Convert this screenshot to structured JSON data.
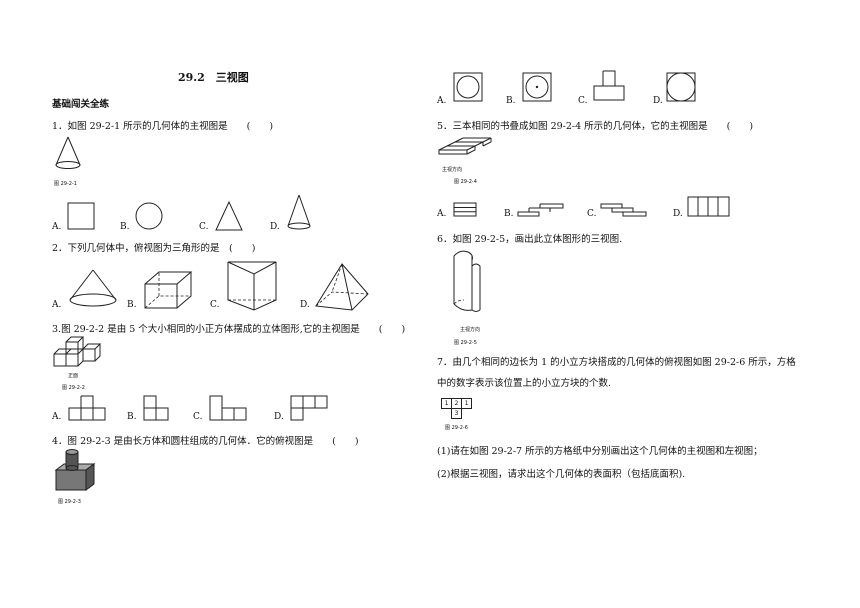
{
  "title": "29.2　三视图",
  "section": "基础闯关全练",
  "q1": {
    "text": "1．如图 29-2-1 所示的几何体的主视图是　　(　　)",
    "caption": "图 29-2-1",
    "options": [
      "A.",
      "B.",
      "C.",
      "D."
    ]
  },
  "q2": {
    "text": "2．下列几何体中，俯视图为三角形的是　(　　)",
    "options": [
      "A.",
      "B.",
      "C.",
      "D."
    ]
  },
  "q3": {
    "text": "3.图 29-2-2 是由 5 个大小相同的小正方体摆成的立体图形,它的主视图是　　(　　)",
    "caption": "图 29-2-2",
    "front_label": "正面",
    "options": [
      "A.",
      "B.",
      "C.",
      "D."
    ]
  },
  "q4": {
    "text": "4．图 29-2-3 是由长方体和圆柱组成的几何体．它的俯视图是　　(　　)",
    "caption": "图 29-2-3",
    "options": [
      "A.",
      "B.",
      "C.",
      "D."
    ]
  },
  "q5": {
    "text": "5．三本相同的书叠成如图 29-2-4 所示的几何体，它的主视图是　　(　　)",
    "caption": "图 29-2-4",
    "dir_label": "主视方向",
    "options": [
      "A.",
      "B.",
      "C.",
      "D."
    ]
  },
  "q6": {
    "text": "6．如图 29-2-5，画出此立体图形的三视图.",
    "caption": "图 29-2-5",
    "dir_label": "主视方向"
  },
  "q7": {
    "line1": "7．由几个相同的边长为 1 的小立方块搭成的几何体的俯视图如图 29-2-6 所示，方格",
    "line2": "中的数字表示该位置上的小立方块的个数.",
    "grid": [
      "1",
      "2",
      "1",
      "3"
    ],
    "caption": "图 29-2-6",
    "sub1": "(1)请在如图 29-2-7 所示的方格纸中分别画出这个几何体的主视图和左视图；",
    "sub2": "(2)根据三视图，请求出这个几何体的表面积（包括底面积)."
  }
}
